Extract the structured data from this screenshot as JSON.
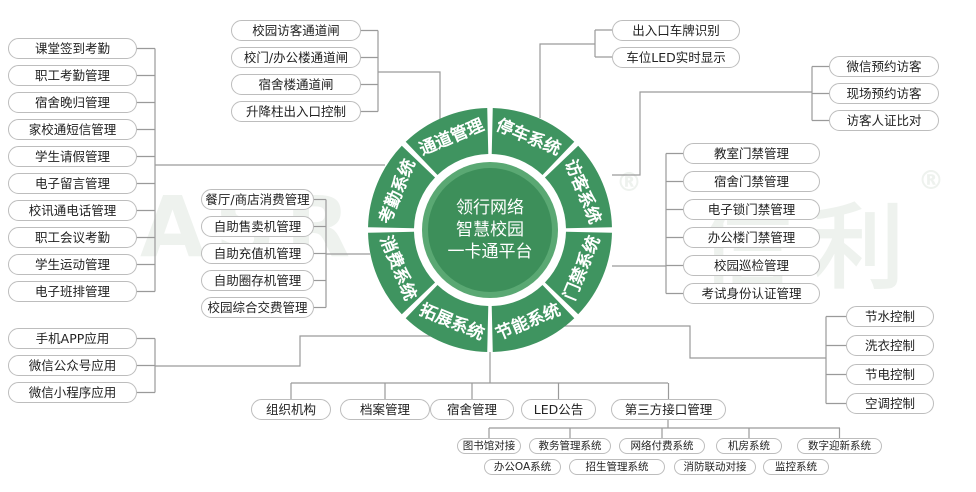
{
  "center": {
    "line1": "领行网络",
    "line2": "智慧校园",
    "line3": "一卡通平台",
    "color_inner": "#3d8f5a",
    "color_ring": "#5aa873",
    "color_segment": "#3f9460"
  },
  "watermark": {
    "left": "ASR",
    "right": "信利",
    "reg_mark": "®"
  },
  "ring_segments": [
    {
      "label": "通道管理"
    },
    {
      "label": "停车系统"
    },
    {
      "label": "访客系统"
    },
    {
      "label": "门禁系统"
    },
    {
      "label": "节能系统"
    },
    {
      "label": "拓展系统"
    },
    {
      "label": "消费系统"
    },
    {
      "label": "考勤系统"
    }
  ],
  "groups": {
    "attendance": [
      "课堂签到考勤",
      "职工考勤管理",
      "宿舍晚归管理",
      "家校通短信管理",
      "学生请假管理",
      "电子留言管理",
      "校讯通电话管理",
      "职工会议考勤",
      "学生运动管理",
      "电子班排管理"
    ],
    "channel": [
      "校园访客通道闸",
      "校门/办公楼通道闸",
      "宿舍楼通道闸",
      "升降柱出入口控制"
    ],
    "parking": [
      "出入口车牌识别",
      "车位LED实时显示"
    ],
    "visitor": [
      "微信预约访客",
      "现场预约访客",
      "访客人证比对"
    ],
    "access": [
      "教室门禁管理",
      "宿舍门禁管理",
      "电子锁门禁管理",
      "办公楼门禁管理",
      "校园巡检管理",
      "考试身份认证管理"
    ],
    "consume": [
      "餐厅/商店消费管理",
      "自助售卖机管理",
      "自助充值机管理",
      "自助圈存机管理",
      "校园综合交费管理"
    ],
    "energy": [
      "节水控制",
      "洗衣控制",
      "节电控制",
      "空调控制"
    ],
    "apps": [
      "手机APP应用",
      "微信公众号应用",
      "微信小程序应用"
    ],
    "extend": [
      "组织机构",
      "档案管理",
      "宿舍管理",
      "LED公告",
      "第三方接口管理"
    ],
    "third_row1": [
      "图书馆对接",
      "教务管理系统",
      "网络付费系统",
      "机房系统",
      "数字迎新系统"
    ],
    "third_row2": [
      "办公OA系统",
      "招生管理系统",
      "消防联动对接",
      "监控系统"
    ]
  },
  "colors": {
    "line": "#9a9a9a",
    "pill_border": "#bdbdbd",
    "text": "#222222",
    "white": "#ffffff"
  }
}
